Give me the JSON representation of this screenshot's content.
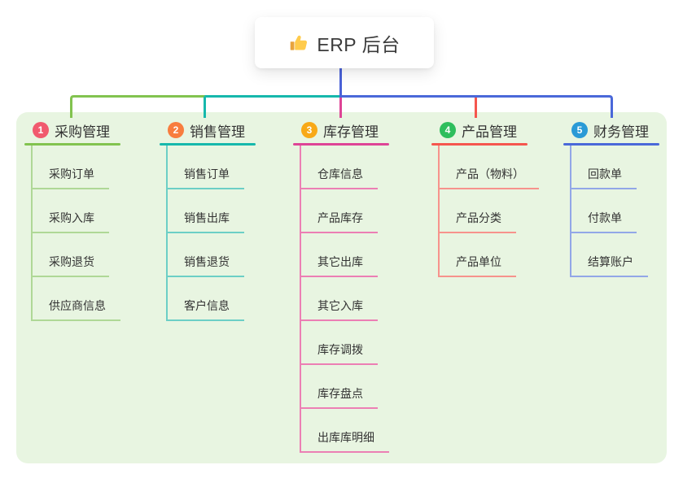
{
  "root": {
    "title": "ERP 后台",
    "icon": "thumbs-up-icon"
  },
  "colors": {
    "page_bg": "#FFFFFF",
    "panel_bg": "#E8F5E1",
    "root_line": "#4A62D8",
    "text": "#333333"
  },
  "branches": [
    {
      "num": "1",
      "label": "采购管理",
      "badge_color": "#F15A6E",
      "line_color": "#82C34F",
      "light_color": "#AFD896",
      "items": [
        "采购订单",
        "采购入库",
        "采购退货",
        "供应商信息"
      ]
    },
    {
      "num": "2",
      "label": "销售管理",
      "badge_color": "#F87D3E",
      "line_color": "#16B8AC",
      "light_color": "#6CCFC6",
      "items": [
        "销售订单",
        "销售出库",
        "销售退货",
        "客户信息"
      ]
    },
    {
      "num": "3",
      "label": "库存管理",
      "badge_color": "#F8A917",
      "line_color": "#DE4496",
      "light_color": "#EC7FB4",
      "items": [
        "仓库信息",
        "产品库存",
        "其它出库",
        "其它入库",
        "库存调拨",
        "库存盘点",
        "出库库明细"
      ]
    },
    {
      "num": "4",
      "label": "产品管理",
      "badge_color": "#2EBE5D",
      "line_color": "#F5564E",
      "light_color": "#F7938C",
      "items": [
        "产品（物料）",
        "产品分类",
        "产品单位"
      ]
    },
    {
      "num": "5",
      "label": "财务管理",
      "badge_color": "#2A9AD6",
      "line_color": "#4A68D9",
      "light_color": "#92A7E7",
      "items": [
        "回款单",
        "付款单",
        "结算账户"
      ]
    }
  ]
}
